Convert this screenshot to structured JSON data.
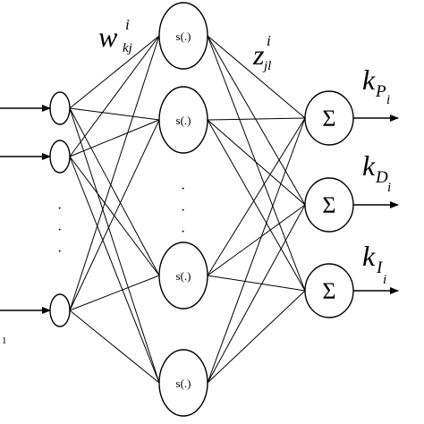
{
  "weights": {
    "w_base": "w",
    "w_sub": "kj",
    "w_sup": "i",
    "z_base": "z",
    "z_sub": "jl",
    "z_sup": "i"
  },
  "nodes": {
    "hidden_label": "s(.)",
    "output_label": "Σ",
    "input_ellipsis": "·",
    "hidden_ellipsis": "·"
  },
  "outputs": [
    {
      "base": "k",
      "sub": "P",
      "subsub": "i"
    },
    {
      "base": "k",
      "sub": "D",
      "subsub": "i"
    },
    {
      "base": "k",
      "sub": "I",
      "subsub": "i"
    }
  ],
  "footnote": "1"
}
